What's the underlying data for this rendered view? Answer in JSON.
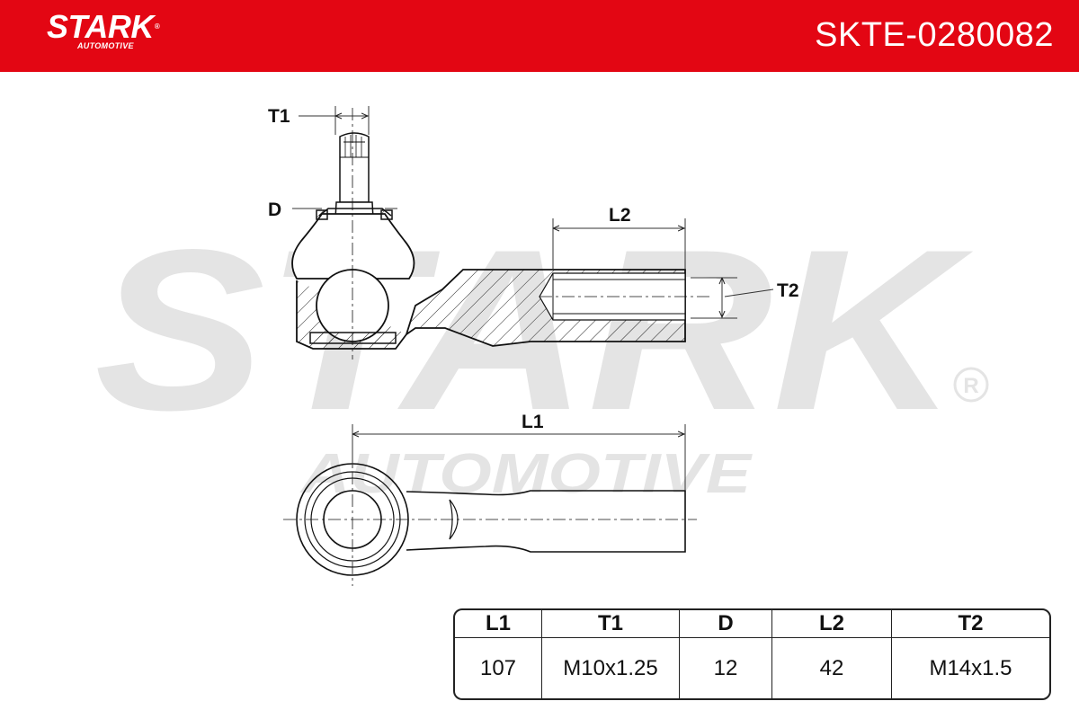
{
  "header": {
    "brand": "STARK",
    "brand_sub": "AUTOMOTIVE",
    "part_number": "SKTE-0280082",
    "brand_color": "#e30613"
  },
  "watermark": {
    "line1": "STARK",
    "line2": "AUTOMOTIVE",
    "color": "#e4e4e4"
  },
  "diagram": {
    "labels": {
      "t1": "T1",
      "d": "D",
      "l2": "L2",
      "t2": "T2",
      "l1": "L1"
    }
  },
  "spec_table": {
    "headers": [
      "L1",
      "T1",
      "D",
      "L2",
      "T2"
    ],
    "values": [
      "107",
      "M10x1.25",
      "12",
      "42",
      "M14x1.5"
    ]
  }
}
